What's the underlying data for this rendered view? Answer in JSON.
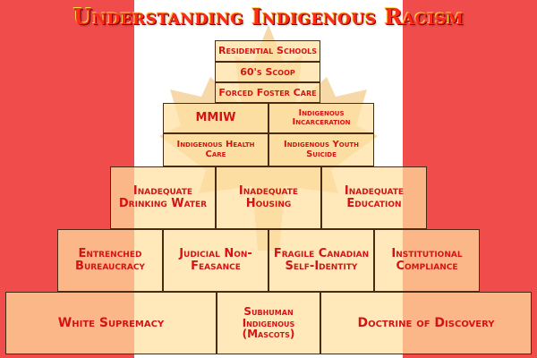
{
  "title": "Understanding Indigenous Racism",
  "colors": {
    "flag_red": "#f04c4c",
    "flag_white": "#ffffff",
    "leaf_tint": "#f7d8a8",
    "block_fill": "#ffe0a0",
    "text_red": "#d41414"
  },
  "icons": {
    "background": "maple-leaf-icon"
  },
  "pyramid": {
    "tier1": [
      "Residential Schools",
      "60's Scoop",
      "Forced Foster Care"
    ],
    "tier2": [
      "MMIW",
      "Indigenous Incarceration",
      "Indigenous Health Care",
      "Indigenous Youth Suicide"
    ],
    "tier3": [
      "Inadequate Drinking Water",
      "Inadequate Housing",
      "Inadequate Education"
    ],
    "tier4": [
      "Entrenched Bureaucracy",
      "Judicial Non-Feasance",
      "Fragile Canadian Self-Identity",
      "Institutional Compliance"
    ],
    "tier5": [
      "White Supremacy",
      "Subhuman Indigenous (Mascots)",
      "Doctrine of Discovery"
    ]
  }
}
